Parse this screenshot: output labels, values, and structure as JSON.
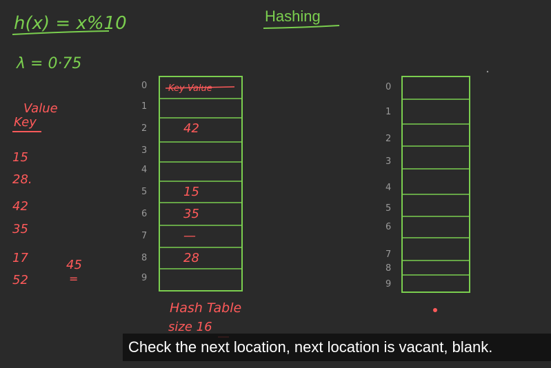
{
  "title": "Hashing",
  "formula": "h(x) = x%10",
  "load_factor": "λ = 0·75",
  "left_list": {
    "header_value": "Value",
    "header_key": "Key",
    "keys": [
      "15",
      "28.",
      "42",
      "35",
      "17",
      "52"
    ],
    "side_note": "45",
    "side_mark": "="
  },
  "table1": {
    "header": "Key Value",
    "indices": [
      "0",
      "1",
      "2",
      "3",
      "4",
      "5",
      "6",
      "7",
      "8",
      "9"
    ],
    "cells": [
      "",
      "",
      "42",
      "",
      "",
      "15",
      "35",
      "—",
      "28",
      ""
    ],
    "caption_line1": "Hash Table",
    "caption_line2": "size 16"
  },
  "table2": {
    "indices": [
      "0",
      "1",
      "2",
      "3",
      "4",
      "5",
      "6",
      "7",
      "8",
      "9"
    ]
  },
  "subtitle": "Check the next location, next location is vacant, blank.",
  "colors": {
    "background": "#2a2a2a",
    "green": "#7bcf4f",
    "red": "#ff5a5a",
    "grey_index": "#9a9a9a"
  }
}
